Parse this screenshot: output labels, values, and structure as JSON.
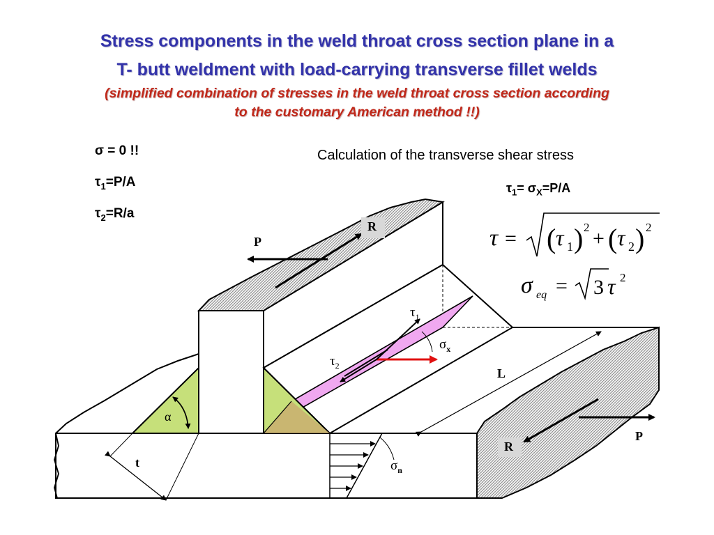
{
  "title": {
    "line1": "Stress components in the weld throat cross section plane  in a",
    "line2": "T- butt weldment with load-carrying transverse fillet welds",
    "sub1": "(simplified combination of stresses in the weld throat cross section according",
    "sub2": "to the customary American method !!)"
  },
  "formulas": {
    "sigma_zero": "σ = 0 !!",
    "tau1_sym": "τ",
    "tau1_sub": "1",
    "tau1_rhs": "=P/A",
    "tau2_sym": "τ",
    "tau2_sub": "2",
    "tau2_rhs": "=R/a"
  },
  "calculation": {
    "heading": "Calculation of the transverse shear stress",
    "tau1_line_a": "τ",
    "tau1_line_sub": "1",
    "tau1_line_b": "= σ",
    "tau1_line_sub2": "X",
    "tau1_line_c": "=P/A",
    "eq_tau": "τ = √((τ₁)² + (τ₂)²)",
    "eq_sigma": "σeq = √3τ²"
  },
  "diagram": {
    "label_P_left": "P",
    "label_R_top": "R",
    "label_R_bottom": "R",
    "label_P_right": "P",
    "label_tau1": "τ",
    "label_tau1_sub": "1",
    "label_tau2": "τ",
    "label_tau2_sub": "2",
    "label_sigma_x": "σ",
    "label_sigma_x_sub": "x",
    "label_L": "L",
    "label_alpha": "α",
    "label_t": "t",
    "label_sigma_n": "σ",
    "label_sigma_n_sub": "n"
  },
  "colors": {
    "title_blue": "#3333aa",
    "subtitle_red": "#c0281a",
    "weld_green": "#c6e07a",
    "throat_pink": "#f0a8f0",
    "arrow_red": "#e01010",
    "hatch_gray": "#9a9a9a"
  }
}
